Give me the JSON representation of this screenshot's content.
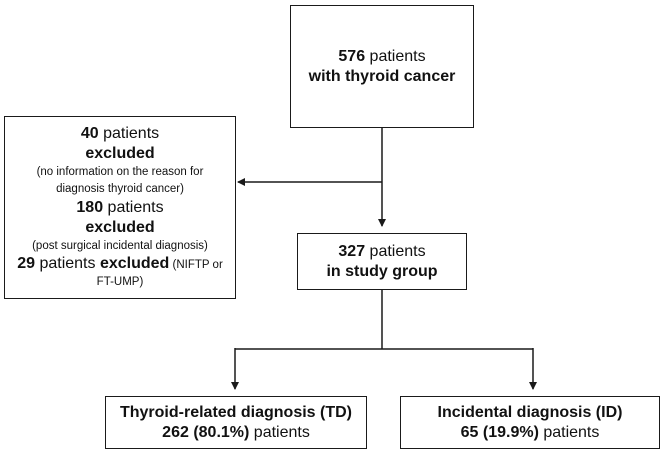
{
  "top_box": {
    "count": "576",
    "unit": " patients",
    "subtitle": "with thyroid cancer"
  },
  "excluded_box": {
    "group1_count": "40",
    "group1_unit": " patients",
    "group1_status": "excluded",
    "group1_reason_line1": "(no information on the reason for",
    "group1_reason_line2": "diagnosis thyroid cancer)",
    "group2_count": "180",
    "group2_unit": " patients",
    "group2_status": "excluded",
    "group2_reason": "(post surgical incidental diagnosis)",
    "group3_count": "29",
    "group3_unit": " patients ",
    "group3_status": "excluded",
    "group3_reason_line1": " (NIFTP or",
    "group3_reason_line2": "FT-UMP)"
  },
  "study_box": {
    "count": "327",
    "unit": " patients",
    "subtitle": "in study group"
  },
  "td_box": {
    "title": "Thyroid-related diagnosis (TD)",
    "count": "262 (80.1%)",
    "unit": " patients"
  },
  "id_box": {
    "title": "Incidental diagnosis (ID)",
    "count": "65 (19.9%)",
    "unit": " patients"
  },
  "colors": {
    "line": "#1a1a1a",
    "text": "#111111",
    "background": "#ffffff"
  }
}
